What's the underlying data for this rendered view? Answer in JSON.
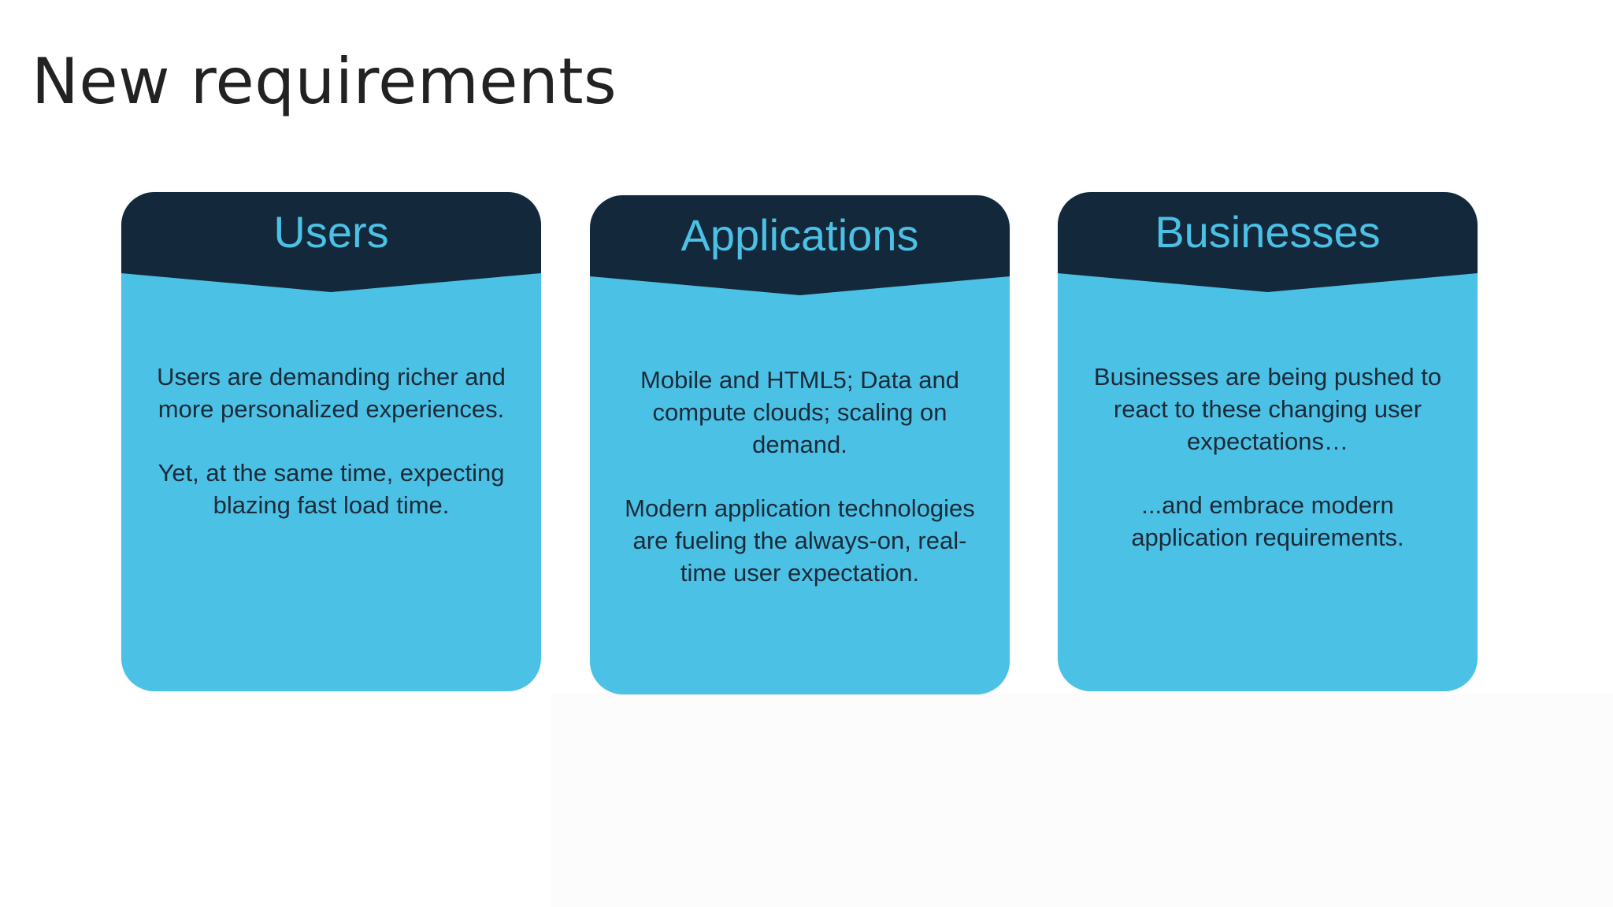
{
  "slide": {
    "title": "New requirements"
  },
  "cards": [
    {
      "title": "Users",
      "paragraphs": [
        "Users are demanding richer and more personalized experiences.",
        "Yet, at the same time, expecting blazing fast load time."
      ]
    },
    {
      "title": "Applications",
      "paragraphs": [
        "Mobile and HTML5; Data and compute clouds; scaling on demand.",
        "Modern application technologies are fueling the always-on, real-time user expectation."
      ]
    },
    {
      "title": "Businesses",
      "paragraphs": [
        "Businesses are being pushed to react to these changing user expectations…",
        "...and embrace modern application requirements."
      ]
    }
  ],
  "colors": {
    "card_body": "#4bc1e5",
    "card_header": "#13283b",
    "card_title_text": "#4bc1e5",
    "body_text": "#1d2a38",
    "slide_title": "#222222"
  }
}
